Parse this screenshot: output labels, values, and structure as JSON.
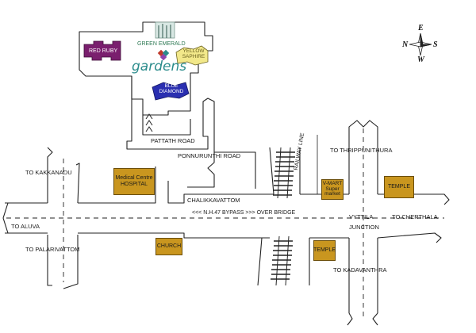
{
  "legend_title": "",
  "compass": {
    "n": "N",
    "e": "E",
    "s": "S",
    "w": "W"
  },
  "roads": {
    "pattath": "PATTATH ROAD",
    "ponnurunthi": "PONNURUNTHI ROAD",
    "bypass": "<<< N.H.47 BYPASS >>> OVER BRIDGE",
    "railway": "RAILWAY LINE",
    "chalikkavattom": "CHALIKKAVATTOM",
    "to_kakkanadu": "TO KAKKANADU",
    "to_aluva": "TO ALUVA",
    "to_palarivattom": "TO PALARIVATTOM",
    "to_thrippunithura": "TO THRIPPUNITHURA",
    "to_cherthala": "TO CHERTHALA",
    "vyttila": "VYTTILA",
    "junction": "JUNCTION",
    "to_kadavanthra": "TO KADAVANTHRA"
  },
  "landmarks": {
    "medical_line1": "Medical Centre",
    "medical_line2": "HOSPITAL",
    "church": "CHURCH",
    "vmart_line1": "V-MART",
    "vmart_line2": "Super",
    "vmart_line3": "market",
    "temple_right": "TEMPLE",
    "temple_lower": "TEMPLE"
  },
  "project": {
    "green_emerald": "GREEN EMERALD",
    "red_ruby": "RED RUBY",
    "yellow_saphire_1": "YELLOW",
    "yellow_saphire_2": "SAPHIRE",
    "blue_diamond_1": "BLUE",
    "blue_diamond_2": "DIAMOND",
    "logo_text": "gardens"
  },
  "colors": {
    "landmark_fill": "#c9961f",
    "red_ruby": "#7a1f6e",
    "blue_diamond": "#2a2fb0",
    "yellow_saphire": "#f2e88a",
    "green_emerald": "#2f7a55",
    "logo_teal": "#2b8c8c"
  }
}
